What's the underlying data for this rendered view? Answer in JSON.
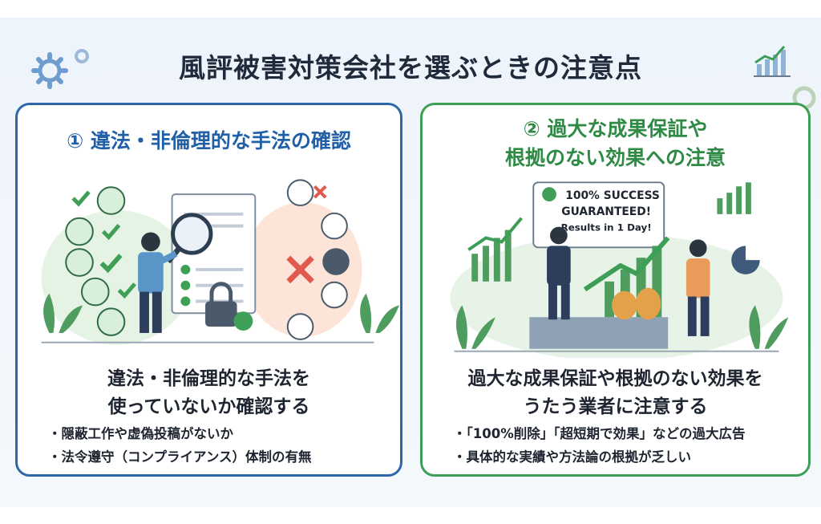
{
  "title": "風評被害対策会社を選ぶときの注意点",
  "colors": {
    "blue": "#2e67a8",
    "green": "#3d9e55",
    "danger": "#e05a4f",
    "check": "#3f9f56"
  },
  "left_card": {
    "heading": "① 違法・非倫理的な手法の確認",
    "summary_line1": "違法・非倫理的な手法を",
    "summary_line2": "使っていないか確認する",
    "bullets": [
      "隠蔽工作や虚偽投稿がないか",
      "法令遵守（コンプライアンス）体制の有無"
    ],
    "icons_good": [
      "handshake-icon",
      "document-icon",
      "chat-icon",
      "thumbs-up-icon",
      "megaphone-icon"
    ],
    "icons_bad": [
      "fake-review-icon",
      "fake-chat-icon",
      "hacker-icon",
      "spy-icon",
      "forbidden-doc-icon"
    ]
  },
  "right_card": {
    "heading_line1": "② 過大な成果保証や",
    "heading_line2": "根拠のない効果への注意",
    "sign_line1": "100% SUCCESS",
    "sign_line2": "GUARANTEED!",
    "sign_line3": "Results in 1 Day!",
    "summary_line1": "過大な成果保証や根拠のない効果を",
    "summary_line2": "うたう業者に注意する",
    "bullets": [
      "「100%削除」「超短期で効果」などの過大広告",
      "具体的な実績や方法論の根拠が乏しい"
    ]
  }
}
